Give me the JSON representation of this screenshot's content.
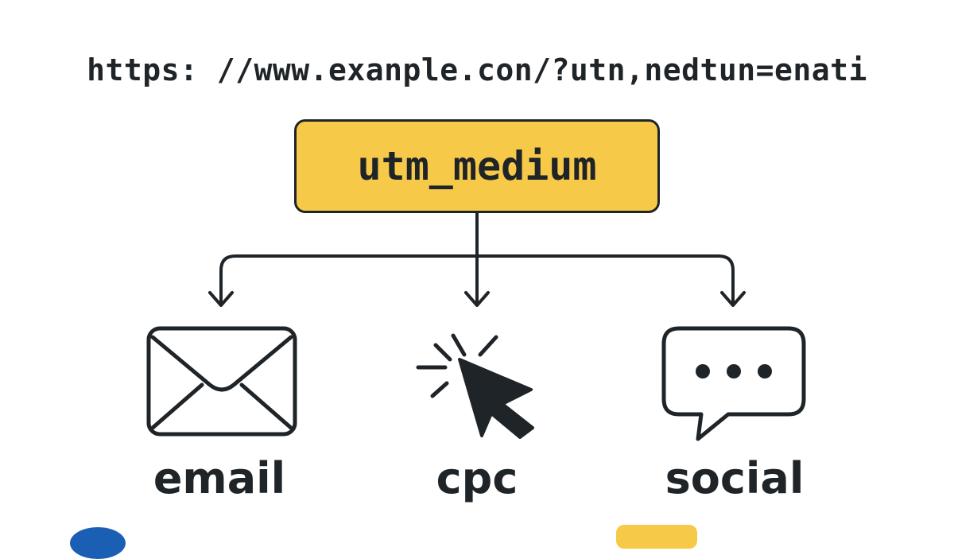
{
  "url_text": "https: //www.exanple.con/?utn‚nedtun=enati",
  "parameter": "utm_medium",
  "branches": [
    {
      "label": "email",
      "icon": "envelope-icon"
    },
    {
      "label": "cpc",
      "icon": "cursor-click-icon"
    },
    {
      "label": "social",
      "icon": "speech-bubble-icon"
    }
  ],
  "colors": {
    "accent_yellow": "#f7c948",
    "ink": "#1f2428",
    "accent_blue": "#1a5fb4"
  }
}
